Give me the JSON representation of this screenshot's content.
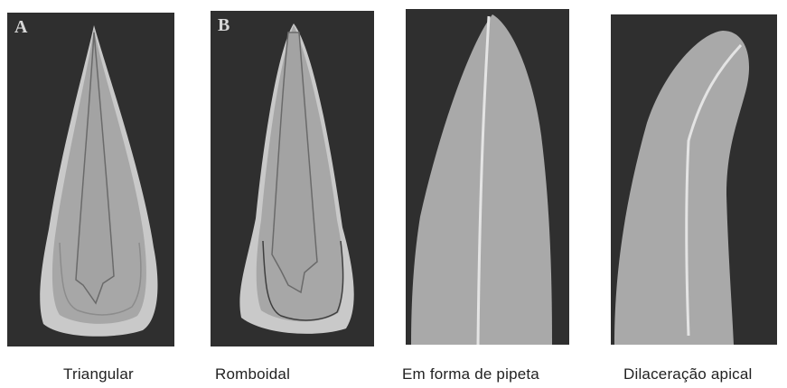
{
  "panels": [
    {
      "letter": "A",
      "caption": "Triangular"
    },
    {
      "letter": "B",
      "caption": "Romboidal"
    },
    {
      "letter": "",
      "caption": "Em forma de pipeta"
    },
    {
      "letter": "",
      "caption": "Dilaceração apical"
    }
  ],
  "colors": {
    "background_dark": "#2f2f2f",
    "tooth": "#a7a7a7",
    "tooth_light": "#c8c8c8",
    "canal_line": "#6a6a6a",
    "canal_radiolucent": "#e4e4e4"
  }
}
